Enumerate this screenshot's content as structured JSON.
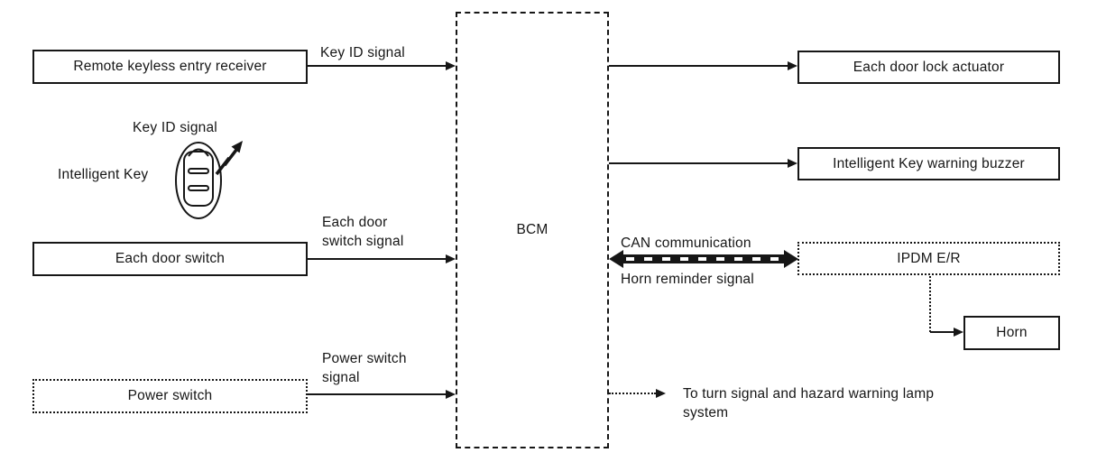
{
  "diagram": {
    "boxes": {
      "receiver": "Remote keyless entry receiver",
      "each_door_switch": "Each door switch",
      "power_switch": "Power switch",
      "bcm": "BCM",
      "door_lock_actuator": "Each door lock actuator",
      "warning_buzzer": "Intelligent Key warning buzzer",
      "ipdm": "IPDM E/R",
      "horn": "Horn"
    },
    "labels": {
      "key_id_signal": "Key ID signal",
      "key_id_signal_fob": "Key ID signal",
      "intelligent_key": "Intelligent Key",
      "each_door_switch_signal": "Each door switch signal",
      "power_switch_signal": "Power switch signal",
      "can_communication": "CAN communication",
      "horn_reminder_signal": "Horn reminder signal",
      "turn_signal_note": "To turn signal and hazard warning lamp system"
    },
    "icons": {
      "intelligent_key_icon": "key-fob-with-radio-signal-zigzag"
    },
    "colors": {
      "ink": "#161616",
      "background": "#ffffff"
    }
  }
}
